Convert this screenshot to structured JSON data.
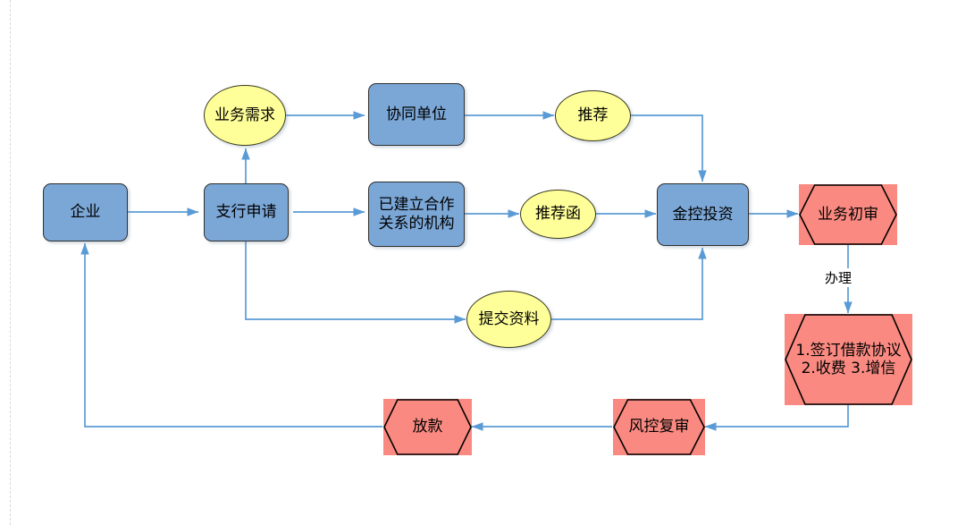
{
  "diagram": {
    "title": "",
    "colors": {
      "process_fill": "#7ba7d7",
      "process_border": "#2f2f2f",
      "decision_fill": "#fa8a81",
      "decision_border": "#000000",
      "data_fill": "#ffff99",
      "data_border": "#3a3a1e",
      "connector": "#5b9bd5",
      "background": "#ffffff",
      "guide": "#d9d9d9"
    },
    "nodes": [
      {
        "id": "qiye",
        "label": "企业",
        "shape": "rounded-rect"
      },
      {
        "id": "zhihang",
        "label": "支行申请",
        "shape": "rounded-rect"
      },
      {
        "id": "yewuxuqiu",
        "label": "业务需求",
        "shape": "ellipse"
      },
      {
        "id": "xietong",
        "label": "协同单位",
        "shape": "rounded-rect"
      },
      {
        "id": "tuijian",
        "label": "推荐",
        "shape": "ellipse"
      },
      {
        "id": "jigou",
        "label": "已建立合作\n关系的机构",
        "shape": "rounded-rect"
      },
      {
        "id": "tuijianhan",
        "label": "推荐函",
        "shape": "ellipse"
      },
      {
        "id": "jinkong",
        "label": "金控投资",
        "shape": "rounded-rect"
      },
      {
        "id": "tijiaoziliao",
        "label": "提交资料",
        "shape": "ellipse"
      },
      {
        "id": "yewuchushen",
        "label": "业务初审",
        "shape": "hexagon"
      },
      {
        "id": "qianding",
        "label": "1.签订借款协议\n2.收费    3.增信",
        "shape": "hexagon"
      },
      {
        "id": "fengkong",
        "label": "风控复审",
        "shape": "hexagon"
      },
      {
        "id": "fangkuan",
        "label": "放款",
        "shape": "hexagon"
      }
    ],
    "edge_labels": [
      {
        "id": "banli",
        "label": "办理"
      }
    ],
    "edges": [
      {
        "from": "qiye",
        "to": "zhihang"
      },
      {
        "from": "zhihang",
        "to": "yewuxuqiu"
      },
      {
        "from": "yewuxuqiu",
        "to": "xietong"
      },
      {
        "from": "xietong",
        "to": "tuijian"
      },
      {
        "from": "tuijian",
        "to": "jinkong"
      },
      {
        "from": "zhihang",
        "to": "jigou"
      },
      {
        "from": "jigou",
        "to": "tuijianhan"
      },
      {
        "from": "tuijianhan",
        "to": "jinkong"
      },
      {
        "from": "zhihang",
        "to": "tijiaoziliao"
      },
      {
        "from": "tijiaoziliao",
        "to": "jinkong"
      },
      {
        "from": "jinkong",
        "to": "yewuchushen"
      },
      {
        "from": "yewuchushen",
        "to": "qianding",
        "label": "办理"
      },
      {
        "from": "qianding",
        "to": "fengkong"
      },
      {
        "from": "fengkong",
        "to": "fangkuan"
      },
      {
        "from": "fangkuan",
        "to": "qiye"
      }
    ]
  }
}
